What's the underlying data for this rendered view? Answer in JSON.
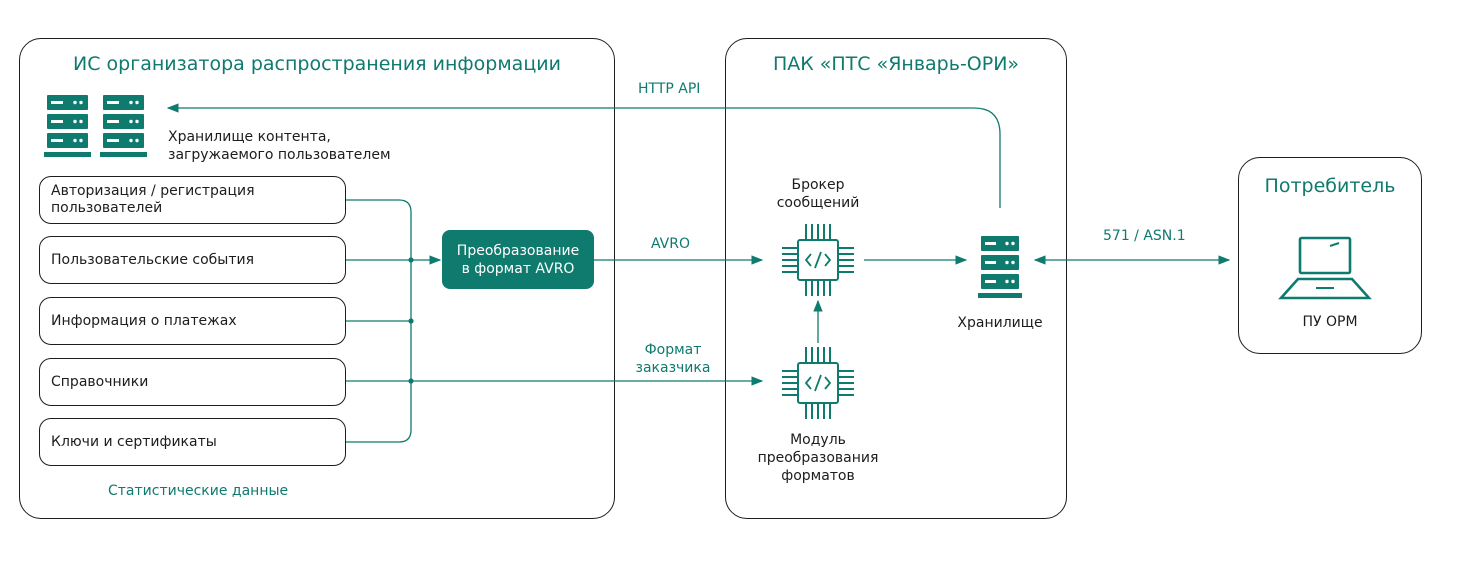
{
  "panels": {
    "left_title": "ИС организатора распространения информации",
    "middle_title": "ПАК «ПТС «Январь-ОРИ»",
    "right_title": "Потребитель"
  },
  "content_storage_label": "Хранилище контента,\nзагружаемого пользователем",
  "sources": [
    "Авторизация / регистрация\nпользователей",
    "Пользовательские события",
    "Информация о платежах",
    "Справочники",
    "Ключи и сертификаты"
  ],
  "statistics_label": "Статистические данные",
  "converter_label": "Преобразование\nв формат AVRO",
  "arrows": {
    "http_api": "HTTP API",
    "avro": "AVRO",
    "customer_format": "Формат\nзаказчика",
    "asn": "571 / ASN.1"
  },
  "broker_label": "Брокер\nсообщений",
  "module_label": "Модуль\nпреобразования\nформатов",
  "storage_label": "Хранилище",
  "consumer_device_label": "ПУ ОРМ",
  "colors": {
    "accent": "#0f7a6e",
    "outline": "#1d1d1b"
  }
}
